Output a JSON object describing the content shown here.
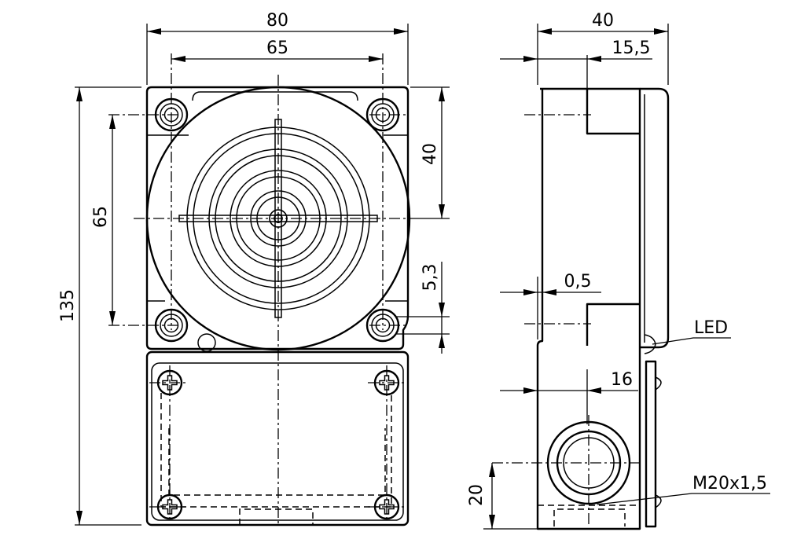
{
  "dimensions": {
    "front_width": "80",
    "front_hole_spacing": "65",
    "front_height": "135",
    "front_vertical_hole_spacing": "65",
    "front_center_offset": "40",
    "front_hole_diameter": "5,3",
    "side_depth": "40",
    "side_step": "15,5",
    "side_gap": "0,5",
    "side_gland_offset": "16",
    "side_gland_height": "20"
  },
  "labels": {
    "led": "LED",
    "thread": "M20x1,5"
  }
}
